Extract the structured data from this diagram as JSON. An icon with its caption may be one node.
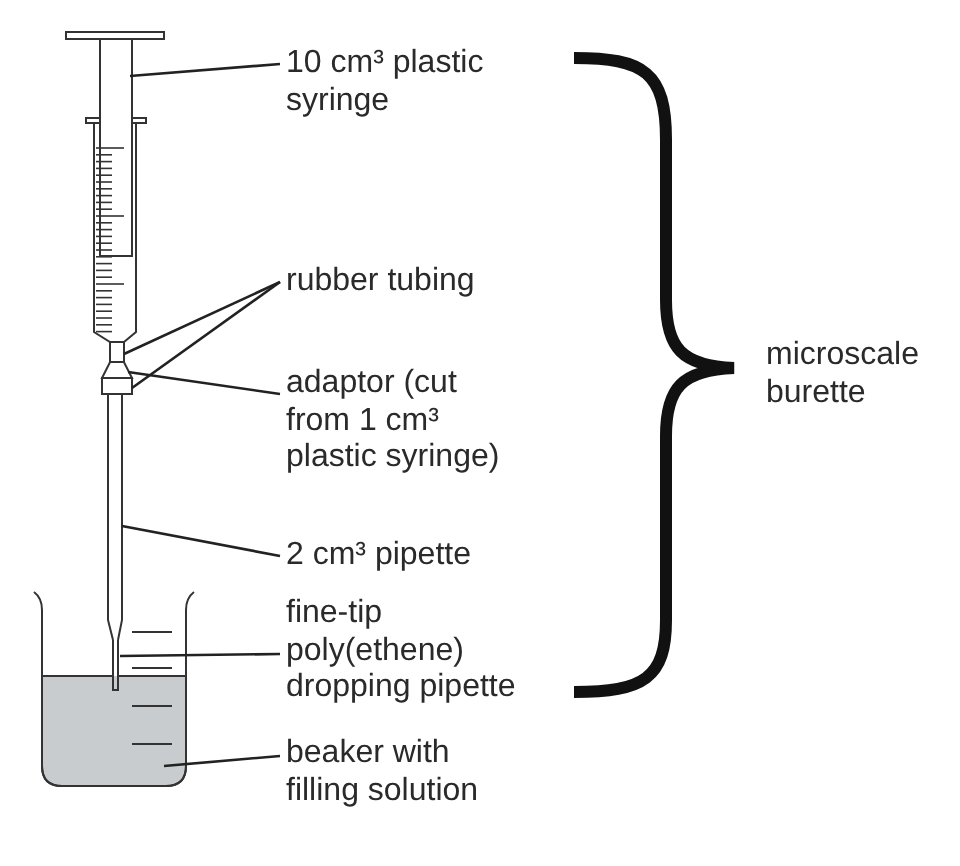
{
  "diagram": {
    "nodes": [
      {
        "text": [
          "10 cm³ plastic syringe"
        ]
      },
      {
        "text": [],
        "shape": "picture"
      },
      {
        "text": [
          "rubber tubing"
        ]
      },
      {
        "text": [],
        "shape": "box"
      },
      {
        "text": [],
        "shape": "box"
      },
      {
        "text": [
          "adaptor (cut from 1 cm³ plastic syringe)"
        ]
      },
      {
        "text": [],
        "shape": "trapezoid"
      },
      {
        "text": [
          "2 cm³ pipette"
        ]
      },
      {
        "text": [],
        "shape": "picture"
      },
      {
        "text": [
          "fine-tip poly(ethene) dropping pipette"
        ]
      },
      {
        "text": [],
        "shape": "picture"
      },
      {
        "text": [
          "beaker with filling solution"
        ]
      },
      {
        "text": [],
        "shape": "picture"
      }
    ],
    "edges": [
      {
        "from": 0,
        "to": 1,
        "arrow": "none"
      },
      {
        "from": 2,
        "to": 3,
        "arrow": "none"
      },
      {
        "from": 2,
        "to": 4,
        "arrow": "none"
      },
      {
        "from": 5,
        "to": 6,
        "arrow": "none"
      },
      {
        "from": 7,
        "to": 8,
        "arrow": "none"
      },
      {
        "from": 9,
        "to": 10,
        "arrow": "none"
      },
      {
        "from": 11,
        "to": 12,
        "arrow": "none"
      }
    ],
    "labels": [
      "microscale burette"
    ]
  }
}
